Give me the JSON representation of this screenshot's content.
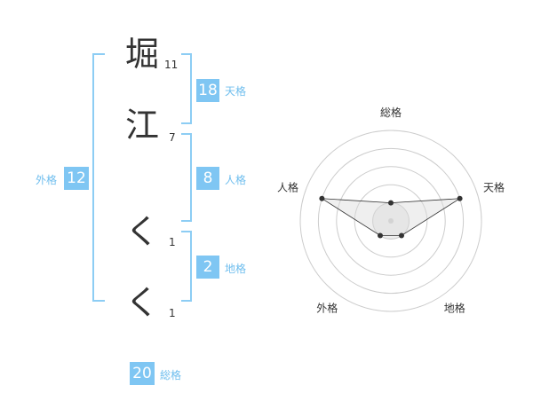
{
  "name": {
    "chars": [
      {
        "char": "堀",
        "strokes": "11"
      },
      {
        "char": "江",
        "strokes": "7"
      },
      {
        "char": "く",
        "strokes": "1"
      },
      {
        "char": "く",
        "strokes": "1"
      }
    ]
  },
  "fortunes": {
    "tenkaku": {
      "value": "18",
      "label": "天格"
    },
    "jinkaku": {
      "value": "8",
      "label": "人格"
    },
    "chikaku": {
      "value": "2",
      "label": "地格"
    },
    "gaikaku": {
      "value": "12",
      "label": "外格"
    },
    "soukaku": {
      "value": "20",
      "label": "総格"
    }
  },
  "colors": {
    "accent": "#7fc6f3",
    "bracket": "#8dcdf4",
    "label": "#6fbeee"
  },
  "chart_data": {
    "type": "radar",
    "axes": [
      "総格",
      "天格",
      "地格",
      "外格",
      "人格"
    ],
    "values": [
      1,
      4,
      1,
      1,
      4
    ],
    "max": 5,
    "rings": 5
  }
}
